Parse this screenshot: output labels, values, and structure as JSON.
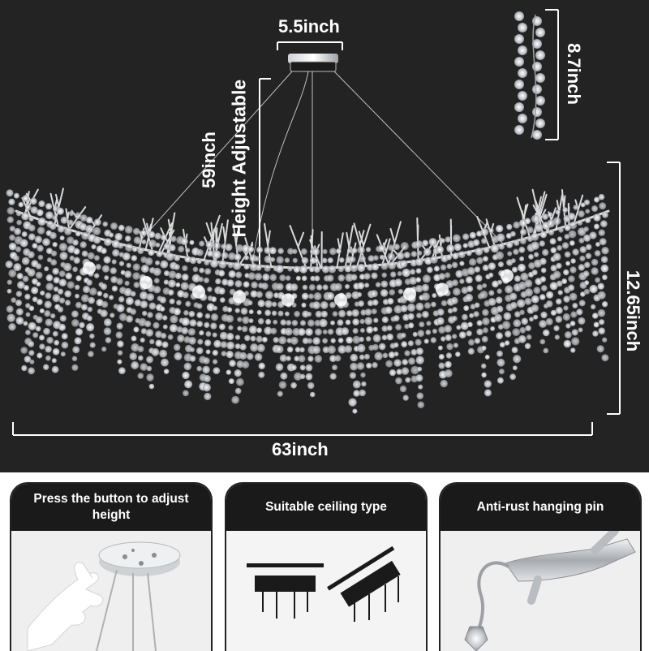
{
  "dimensions": {
    "canopy_width": "5.5inch",
    "drop_length": "59inch",
    "height_adjustable": "Height Adjustable",
    "pendant_length": "8.7inch",
    "fixture_height": "12.65inch",
    "fixture_width": "63inch"
  },
  "panels": [
    {
      "title": "Press the button to adjust height"
    },
    {
      "title": "Suitable ceiling type"
    },
    {
      "title": "Anti-rust hanging pin"
    }
  ],
  "colors": {
    "hero_background": "#232323",
    "panel_header": "#1a1a1a",
    "dimension_text": "#ffffff"
  }
}
